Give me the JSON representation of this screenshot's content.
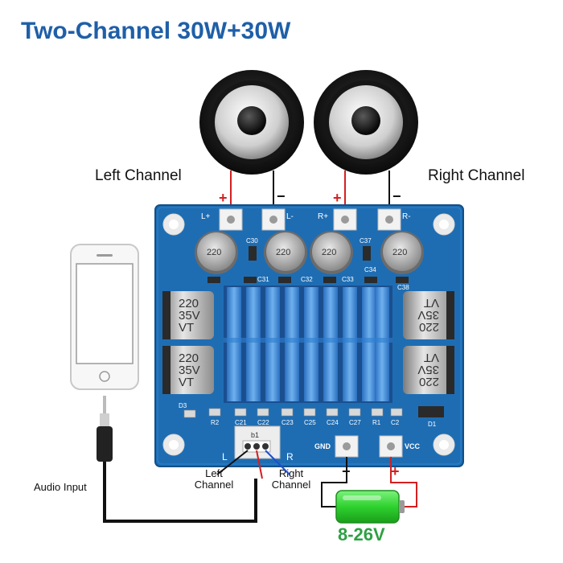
{
  "title": "Two-Channel 30W+30W",
  "labels": {
    "left_channel": "Left Channel",
    "right_channel": "Right Channel",
    "audio_input": "Audio Input",
    "bottom_left": "Left\nChannel",
    "bottom_right": "Right\nChannel",
    "voltage": "8-26V"
  },
  "board": {
    "top_terminals": [
      "L+",
      "L-",
      "R+",
      "R-"
    ],
    "bottom_terminals": [
      "GND",
      "VCC"
    ],
    "input_header": "b1",
    "lr_marks": [
      "L",
      "R"
    ],
    "small_caps_value": "220",
    "big_caps": [
      "220\n35V\nVT",
      "220\n35V\nVT",
      "220\n35V\nVT",
      "220\n35V\nVT"
    ],
    "designators": [
      "C30",
      "C31",
      "C32",
      "C33",
      "C34",
      "C37",
      "C38",
      "D3",
      "R2",
      "C21",
      "C22",
      "C23",
      "C25",
      "C24",
      "C27",
      "R1",
      "C2",
      "D1"
    ]
  },
  "polarity": {
    "plus": "+",
    "minus": "−"
  },
  "colors": {
    "pcb": "#1e6db3",
    "heatsink": "#3f8fd6",
    "wire_red": "#d32020",
    "wire_black": "#111111",
    "battery": "#3ddc3d",
    "title": "#1f5fa8"
  },
  "icons": [
    "speaker-icon",
    "phone-icon",
    "audio-jack-icon",
    "battery-icon"
  ]
}
